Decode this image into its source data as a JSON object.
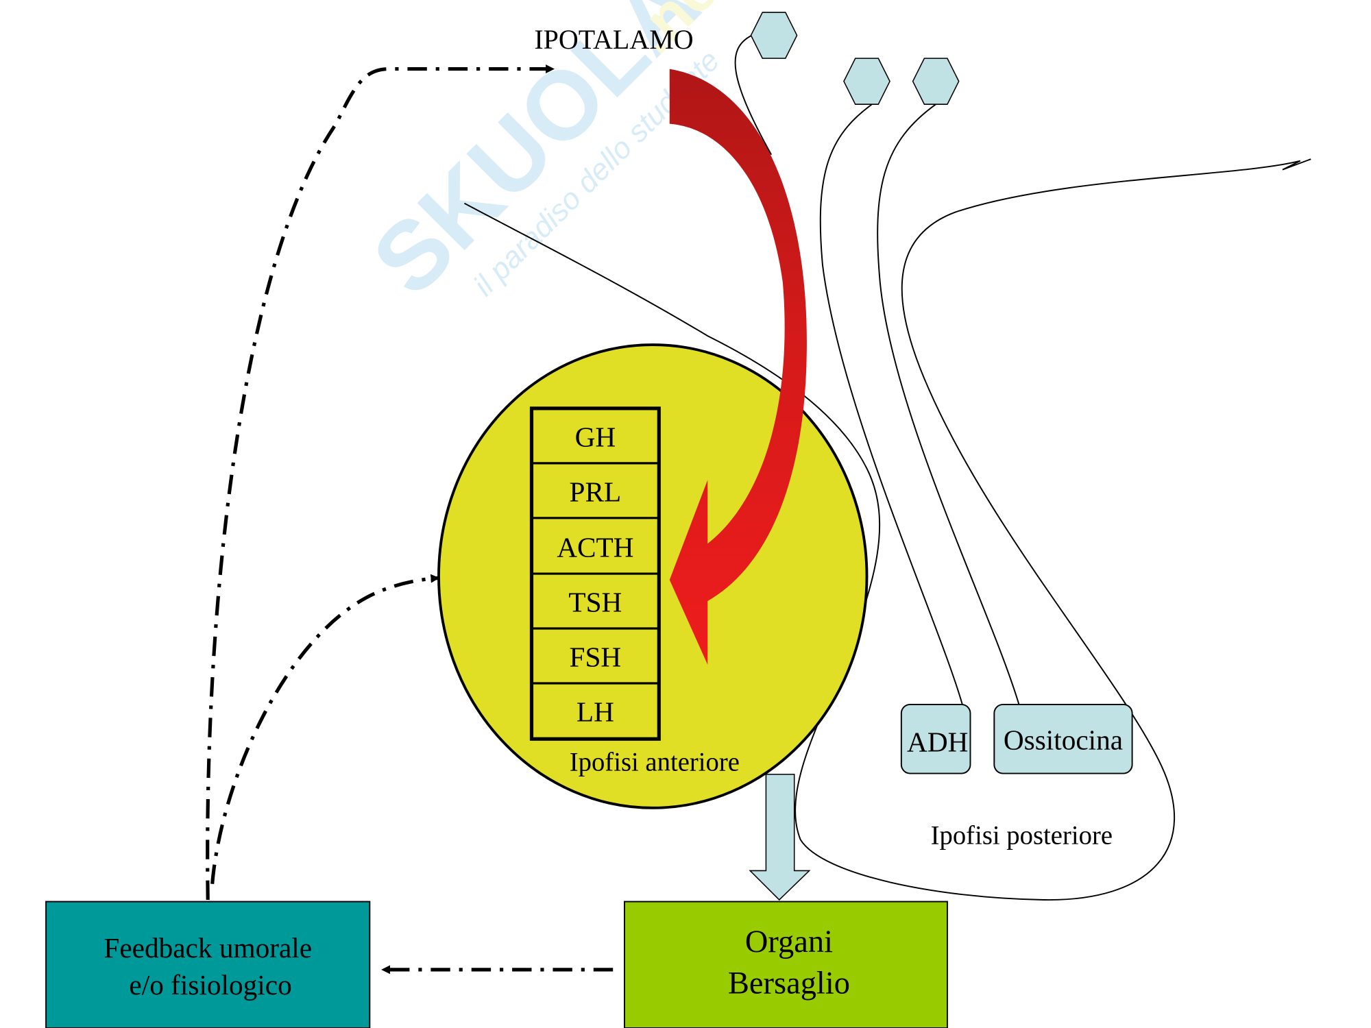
{
  "hypothalamus_label": "IPOTALAMO",
  "anterior_hormones": [
    "GH",
    "PRL",
    "ACTH",
    "TSH",
    "FSH",
    "LH"
  ],
  "anterior_label": "Ipofisi anteriore",
  "posterior_label": "Ipofisi posteriore",
  "posterior_hormones": [
    "ADH",
    "Ossitocina"
  ],
  "feedback_box": {
    "line1": "Feedback umorale",
    "line2": "e/o fisiologico"
  },
  "target_box": {
    "line1": "Organi",
    "line2": "Bersaglio"
  },
  "watermark": {
    "brand": "SKUOLA.net",
    "tagline": "il paradiso dello studente"
  },
  "colors": {
    "gland": "#e0df25",
    "feedback": "#009999",
    "target": "#99cc00",
    "neuron": "#c0e2e4",
    "arrow_red": "#ee1c1c"
  }
}
